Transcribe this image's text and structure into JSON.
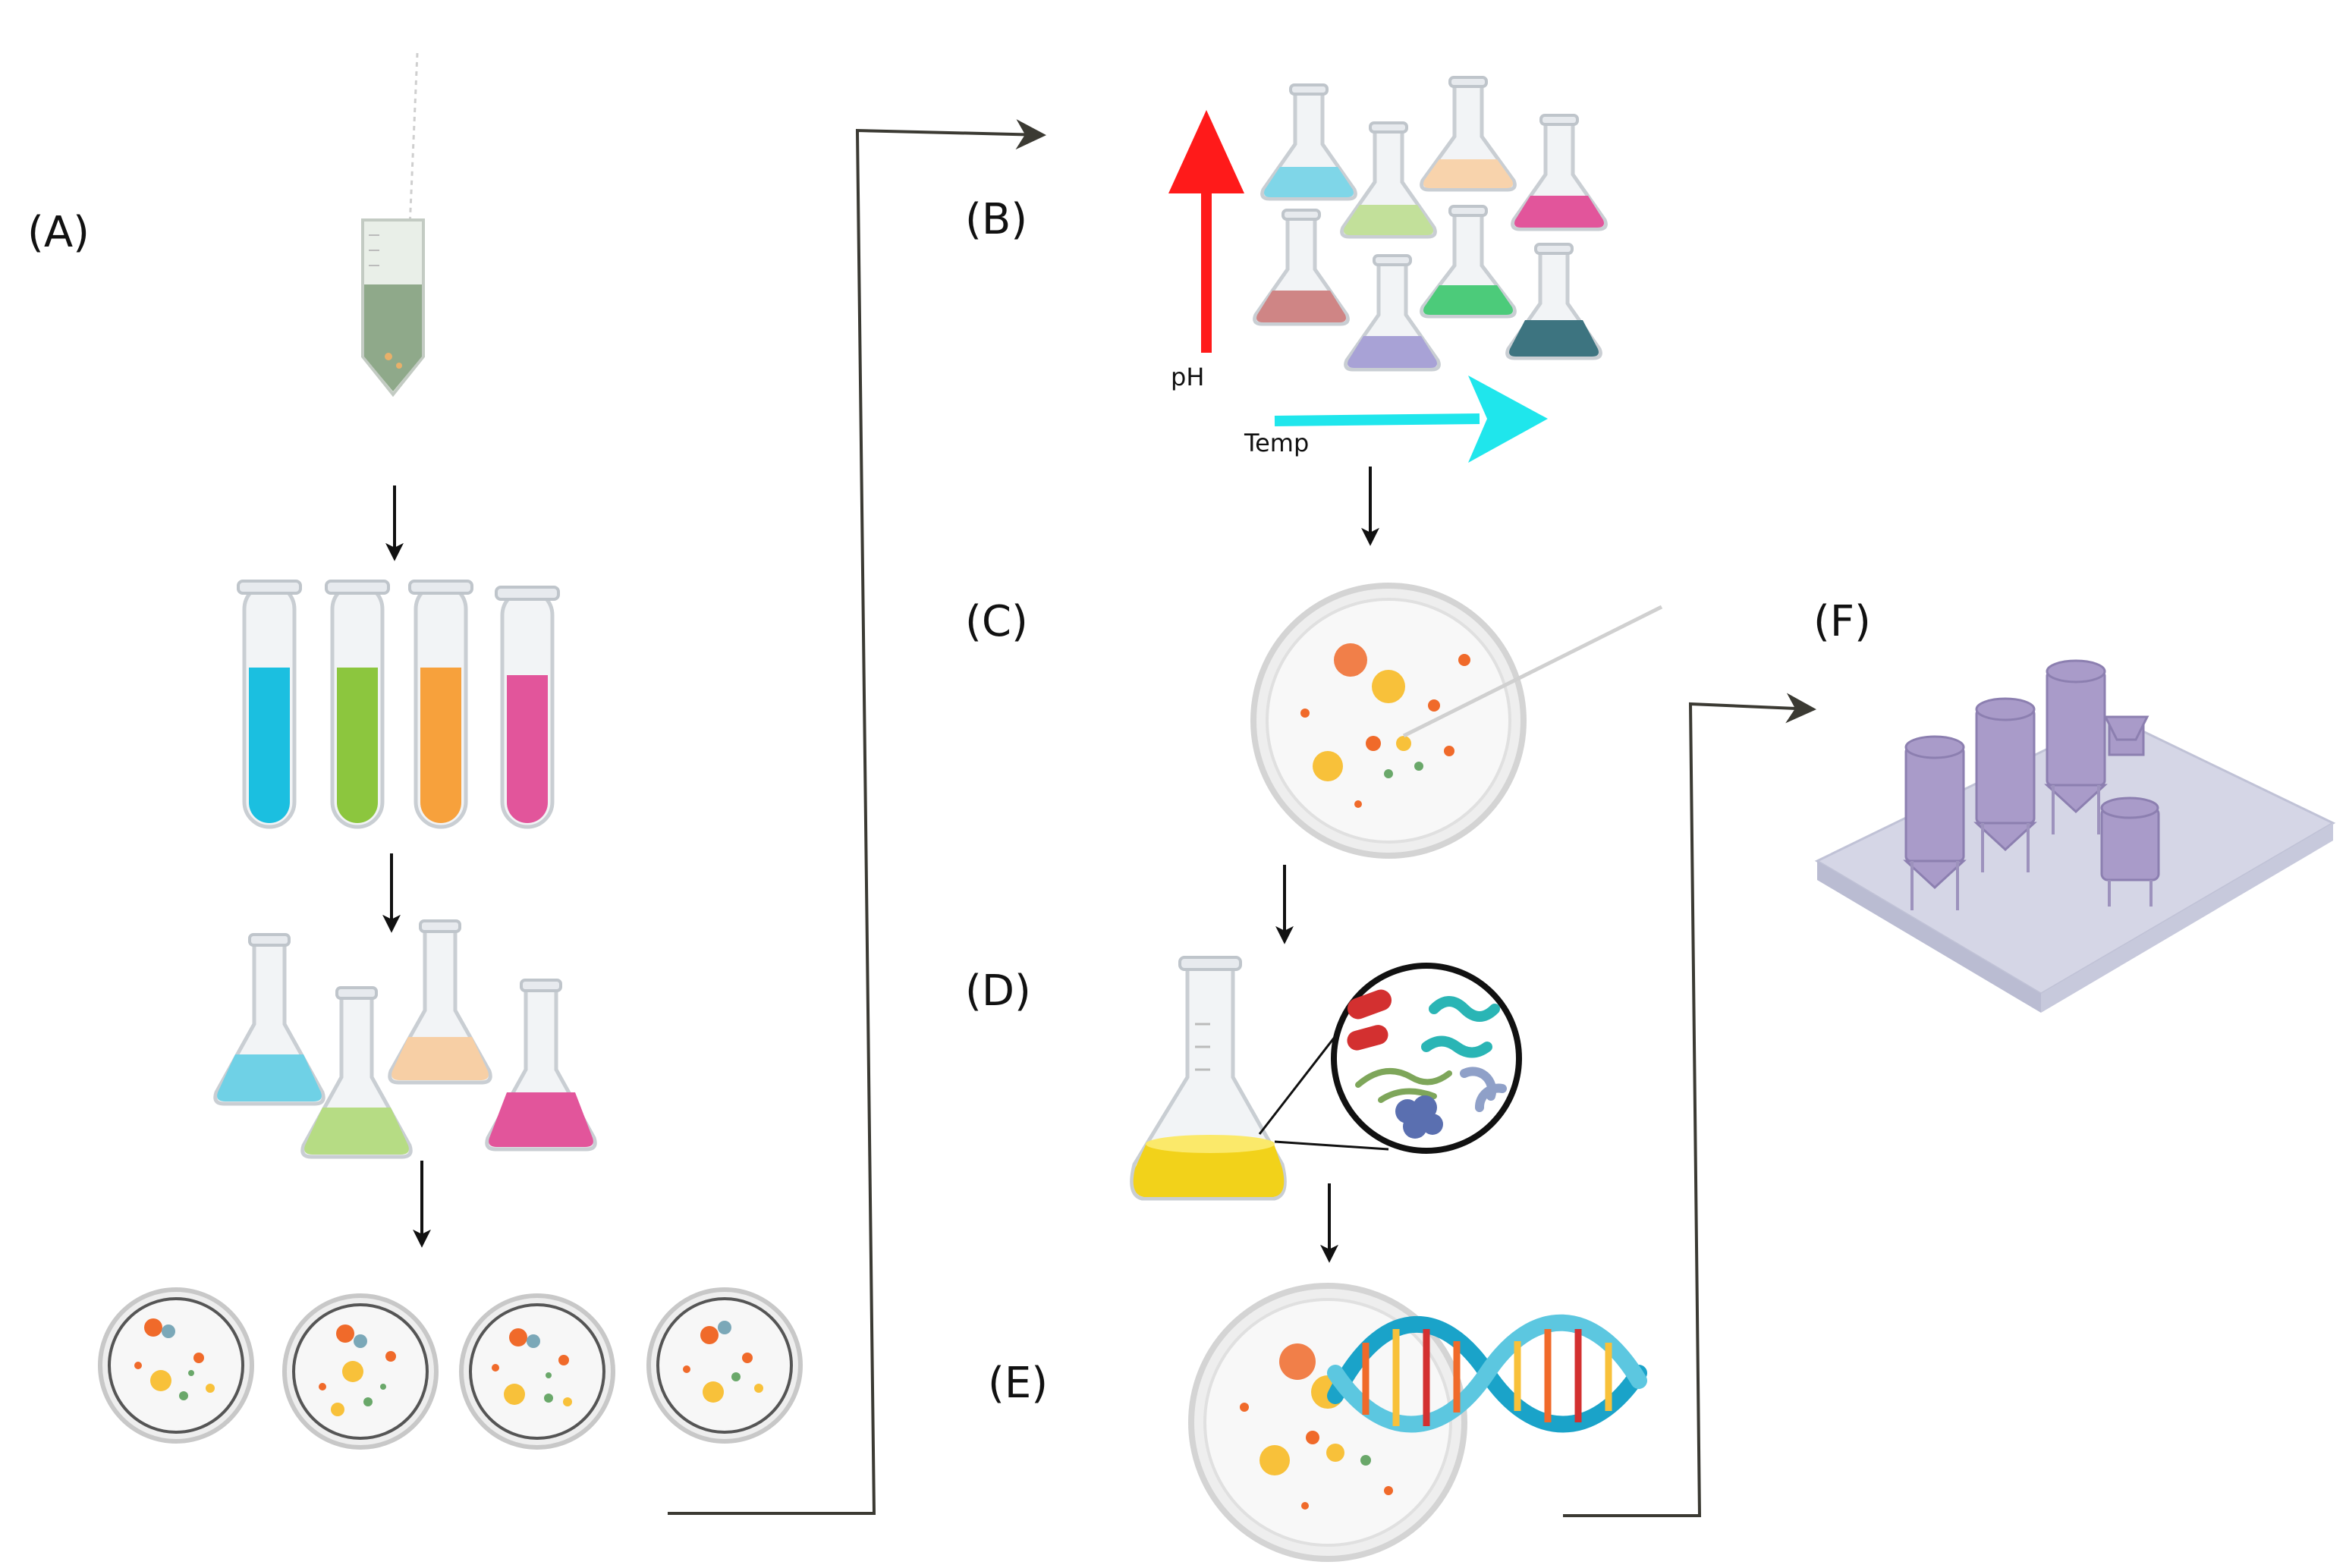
{
  "panels": {
    "A": "(A)",
    "B": "(B)",
    "C": "(C)",
    "D": "(D)",
    "E": "(E)",
    "F": "(F)"
  },
  "axes": {
    "ph_label": "pH",
    "temp_label": "Temp"
  },
  "colors": {
    "ph_arrow": "#ff1a1a",
    "temp_arrow": "#1fe6ec",
    "flow_line": "#3b3a33",
    "tube_cyan": "#1bbfe0",
    "tube_green": "#8cc63e",
    "tube_orange": "#f7a13c",
    "tube_pink": "#e2559b",
    "culture_yellow": "#f2d21a",
    "tank_lavender": "#b6a5d1",
    "platform": "#d5d6e6"
  }
}
